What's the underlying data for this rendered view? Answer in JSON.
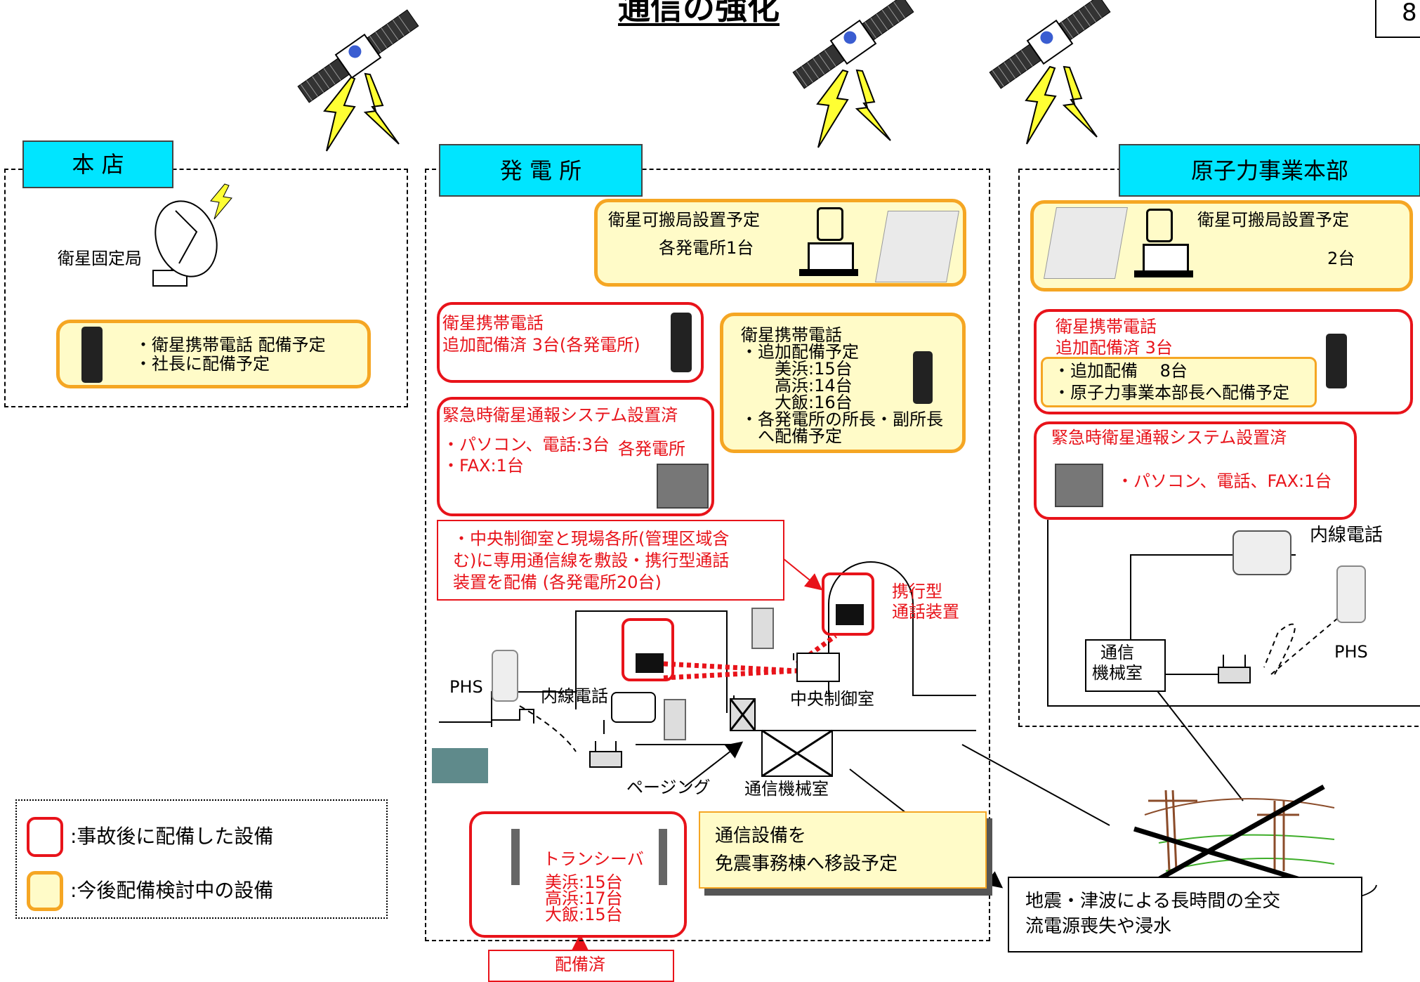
{
  "title": "通信の強化",
  "page_number": "8",
  "honten": {
    "label": "本 店",
    "station": "衛星固定局",
    "phone_note": "・衛星携帯電話 配備予定\n・社長に配備予定"
  },
  "hatsudensho": {
    "label": "発 電 所",
    "portable_plan": "衛星可搬局設置予定",
    "portable_plan_count": "各発電所1台",
    "phone_added": "衛星携帯電話\n追加配備済 3台(各発電所)",
    "phone_plan": "衛星携帯電話\n・追加配備予定\n　　美浜:15台\n　　高浜:14台\n　　大飯:16台\n・各発電所の所長・副所長\n　へ配備予定",
    "emergency_title": "緊急時衛星通報システム設置済",
    "emergency_items": "・パソコン、電話:3台\n・FAX:1台",
    "emergency_scope": "各発電所",
    "line_note": "・中央制御室と現場各所(管理区域含\nむ)に専用通信線を敷設・携行型通話\n装置を配備 (各発電所20台)",
    "portable_device": "携行型\n通話装置",
    "phs": "PHS",
    "extension_phone": "内線電話",
    "control_room": "中央制御室",
    "paging": "ページング",
    "comm_room": "通信機械室",
    "transceiver": "トランシーバ",
    "transceiver_counts": "美浜:15台\n高浜:17台\n大飯:15台",
    "deployed": "配備済",
    "relocate": "通信設備を\n免震事務棟へ移設予定"
  },
  "genshiryoku": {
    "label": "原子力事業本部",
    "portable_plan": "衛星可搬局設置予定",
    "portable_plan_count": "2台",
    "phone_added": "衛星携帯電話\n追加配備済 3台",
    "phone_plan": "・追加配備　 8台\n・原子力事業本部長へ配備予定",
    "emergency_title": "緊急時衛星通報システム設置済",
    "emergency_items": "・パソコン、電話、FAX:1台",
    "extension_phone": "内線電話",
    "phs": "PHS",
    "comm_room": "通信\n機械室"
  },
  "legend": {
    "red": ":事故後に配備した設備",
    "orange": ":今後配備検討中の設備"
  },
  "disaster_note": "地震・津波による長時間の全交\n流電源喪失や浸水",
  "colors": {
    "red": "#e8131a",
    "orange": "#f5a623",
    "cyan": "#00e5ff",
    "yellow": "#ffff33"
  }
}
